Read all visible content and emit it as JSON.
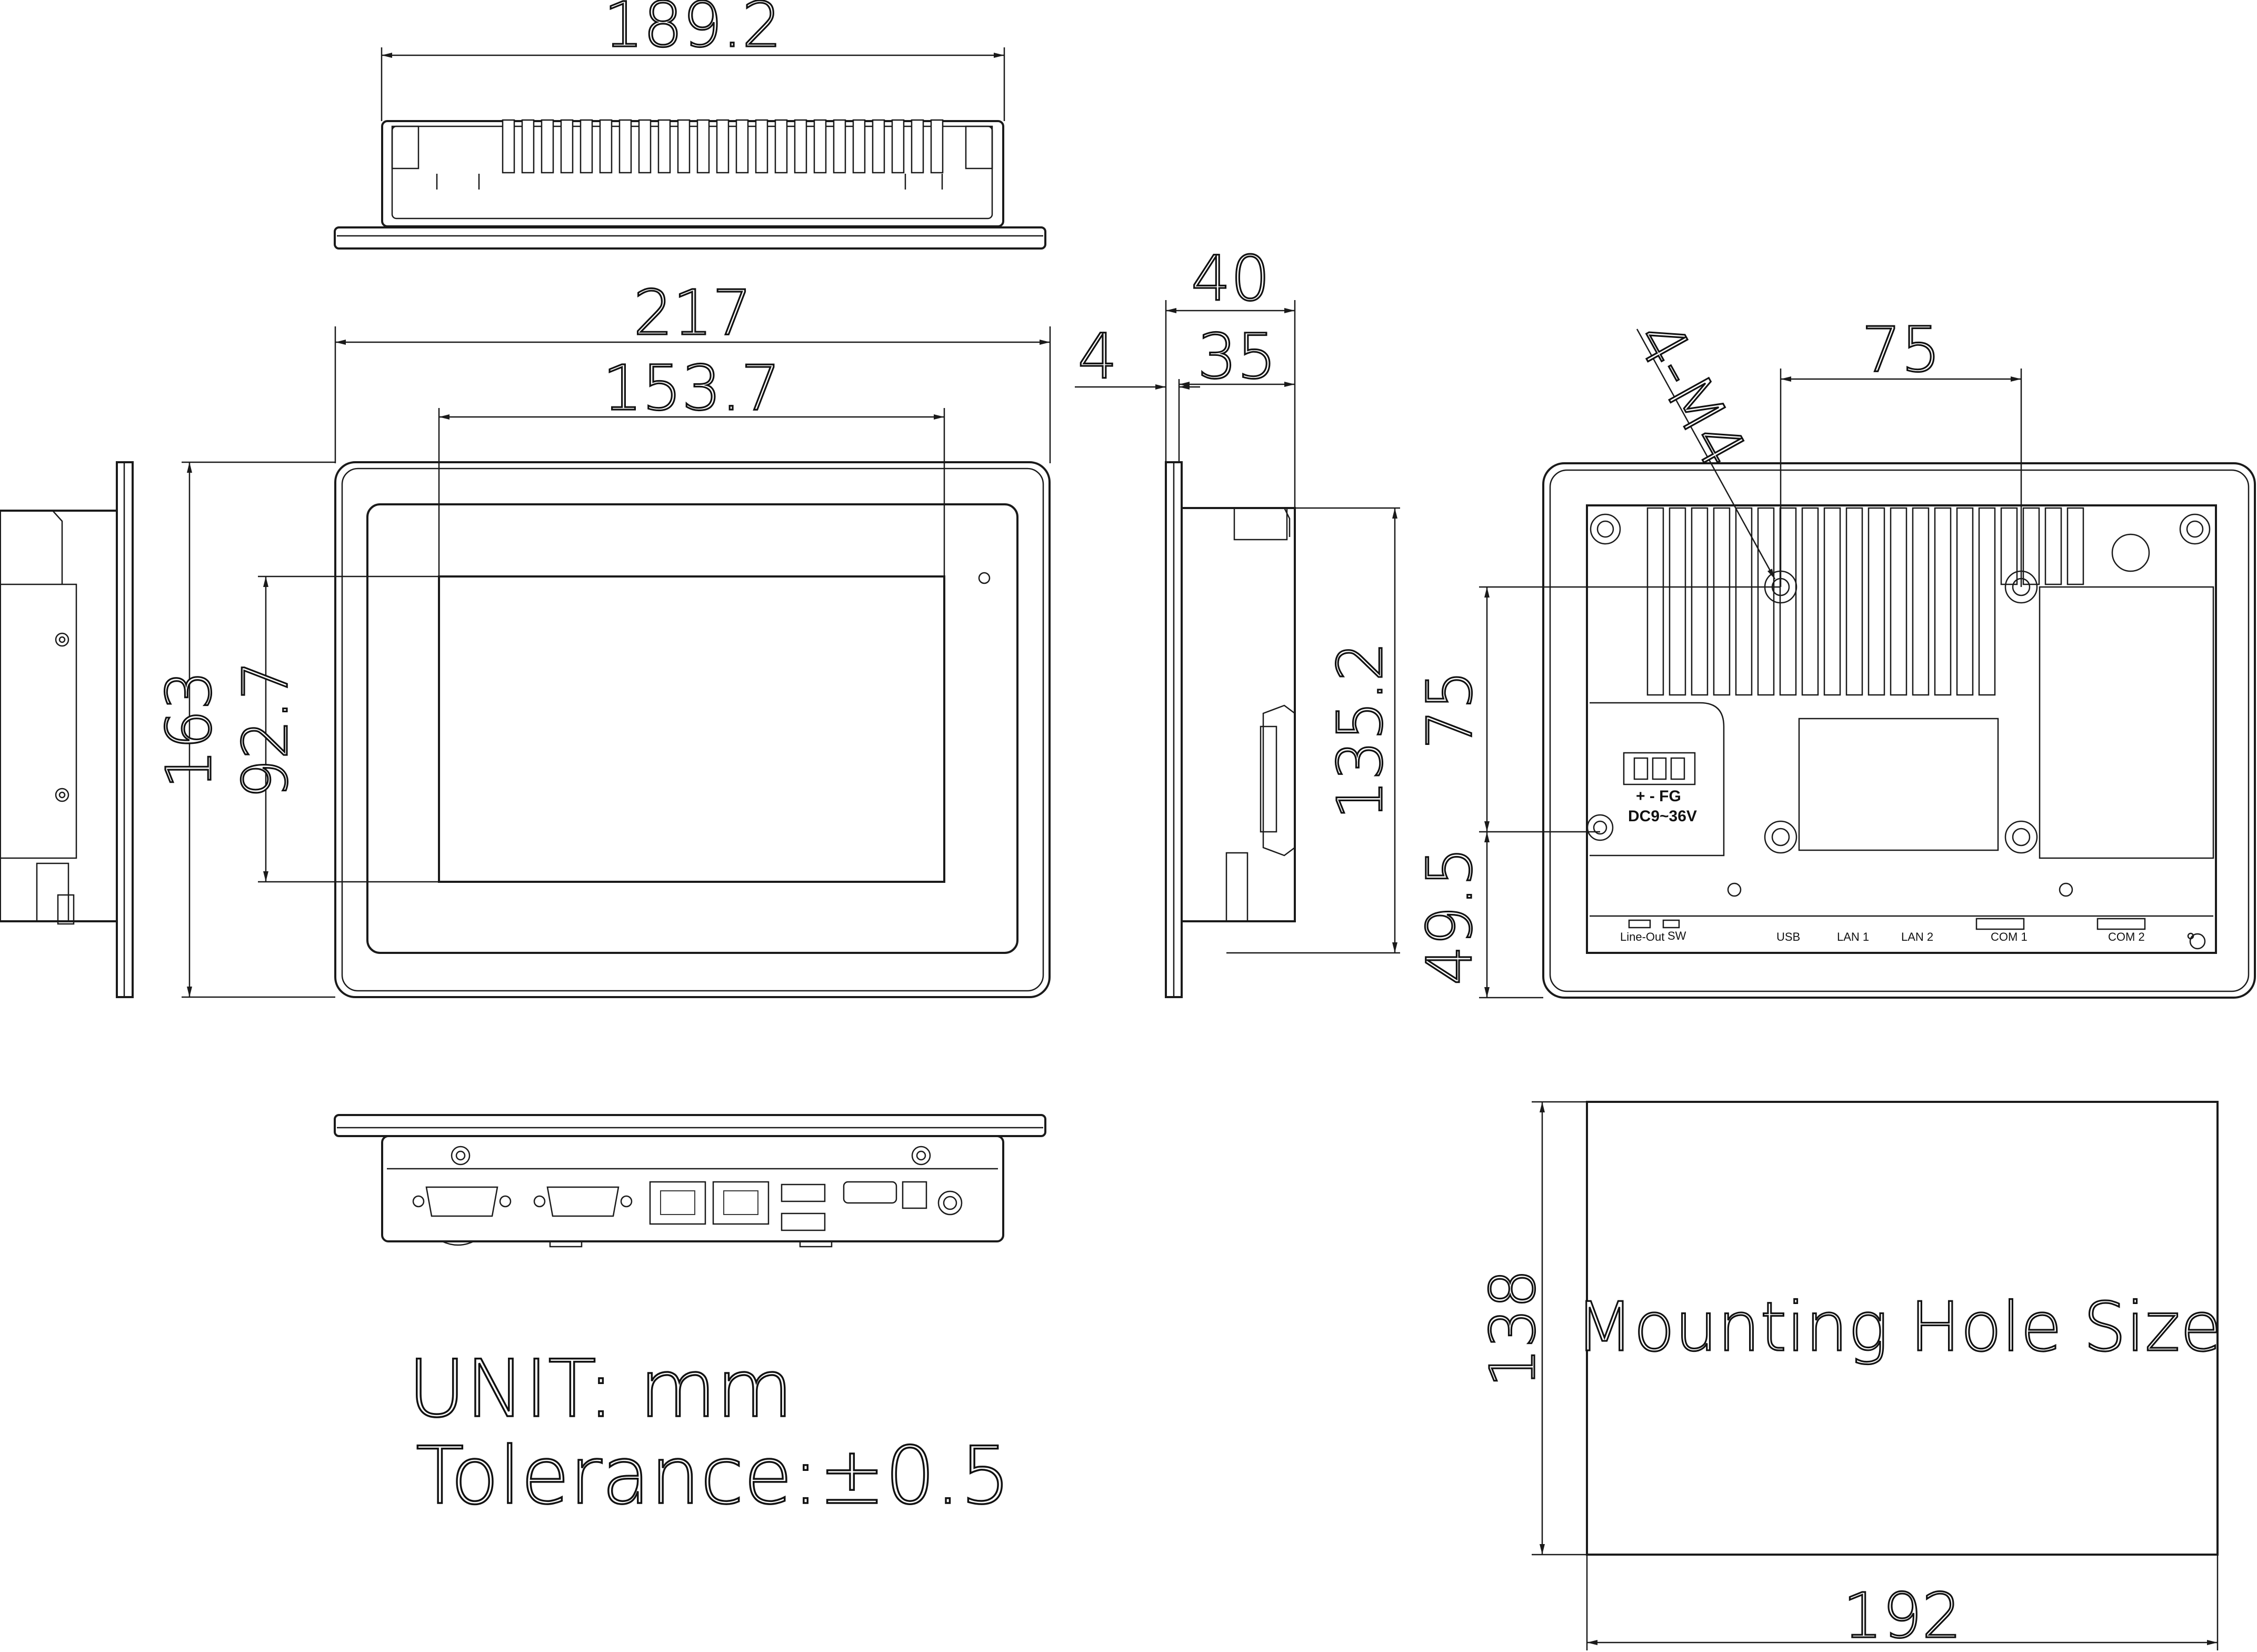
{
  "dimensions": {
    "top_view_width": "189.2",
    "front_width": "217",
    "active_area_width": "153.7",
    "front_height": "163",
    "active_area_height": "92.7",
    "side_bezel": "4",
    "side_depth_total": "40",
    "side_depth_body": "35",
    "side_body_height": "135.2",
    "rear_hole_label": "4-M4",
    "rear_hole_h_spacing": "75",
    "rear_hole_v_spacing": "75",
    "rear_hole_bottom_offset": "49.5",
    "cutout_height": "138",
    "cutout_width": "192"
  },
  "rear_labels": {
    "power_polarity": "+  -  FG",
    "power_rating": "DC9~36V",
    "ports": [
      "Line-Out",
      "SW",
      "USB",
      "LAN 1",
      "LAN 2",
      "COM 1",
      "COM 2"
    ]
  },
  "cutout_label": "Mounting Hole Size",
  "notes": {
    "unit": "UNIT: mm",
    "tolerance": "Tolerance:±0.5"
  }
}
